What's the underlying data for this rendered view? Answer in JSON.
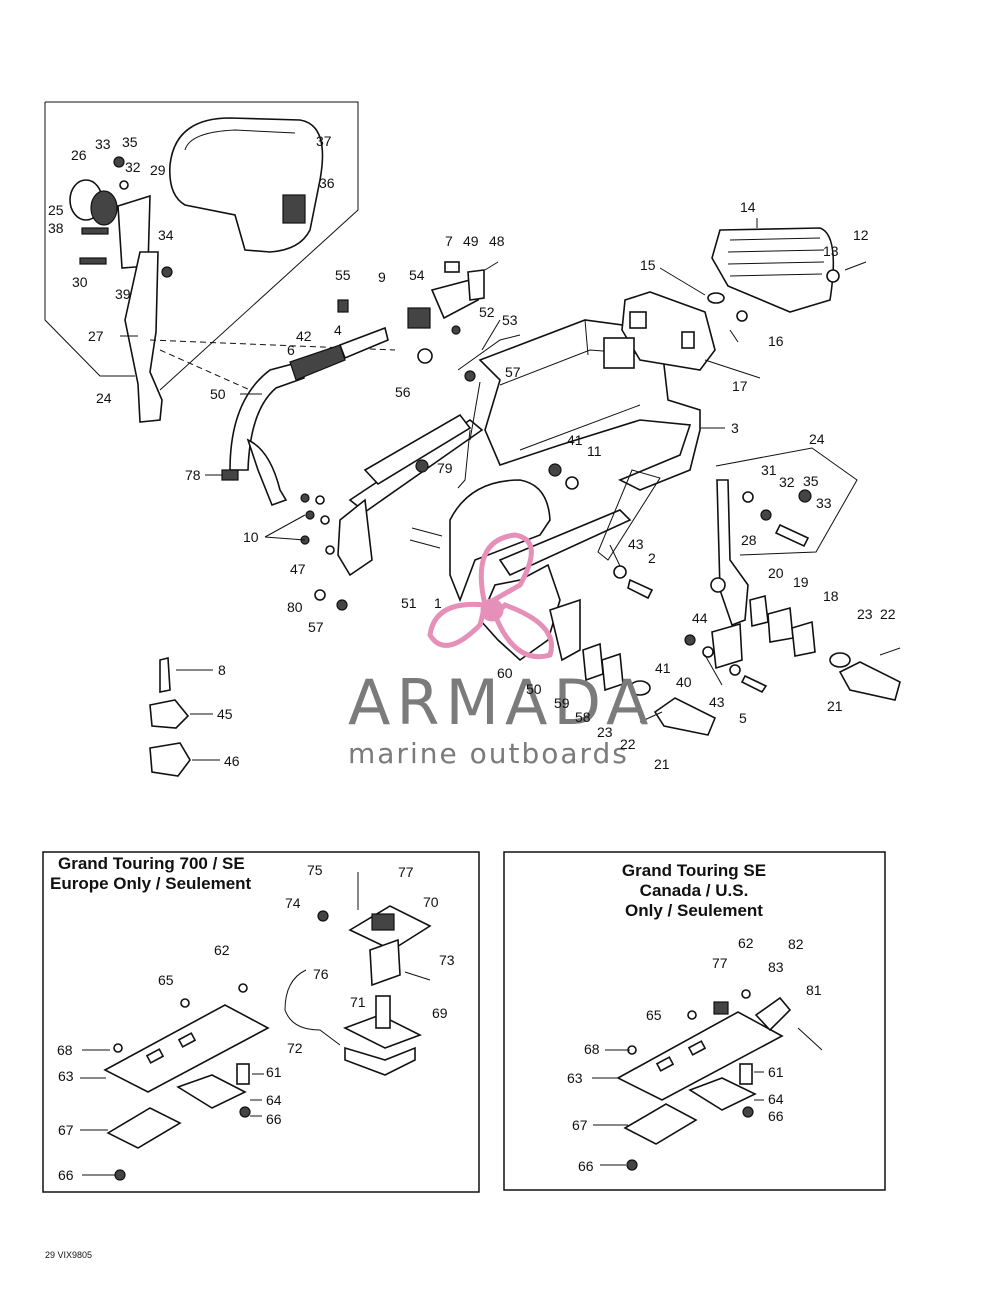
{
  "watermark": {
    "brand": "ARMADA",
    "tagline": "marine outboards",
    "logo_icon": "propeller-icon",
    "logo_color": "#e68fb8",
    "text_color": "#7b7b7b"
  },
  "footer_code": "29 VIX9805",
  "inset_left": {
    "title_line1": "Grand Touring 700 / SE",
    "title_line2": "Europe Only / Seulement"
  },
  "inset_right": {
    "title_line1": "Grand Touring SE",
    "title_line2": "Canada / U.S.",
    "title_line3": "Only / Seulement"
  },
  "part_labels": {
    "p1": "1",
    "p2": "2",
    "p3": "3",
    "p4": "4",
    "p5": "5",
    "p6": "6",
    "p7": "7",
    "p8": "8",
    "p9": "9",
    "p10": "10",
    "p11": "11",
    "p12": "12",
    "p13": "13",
    "p14": "14",
    "p15": "15",
    "p16": "16",
    "p17": "17",
    "p18": "18",
    "p19": "19",
    "p20": "20",
    "p21": "21",
    "p22": "22",
    "p23": "23",
    "p24": "24",
    "p25": "25",
    "p26": "26",
    "p27": "27",
    "p28": "28",
    "p29": "29",
    "p30": "30",
    "p31": "31",
    "p32": "32",
    "p33": "33",
    "p34": "34",
    "p35": "35",
    "p36": "36",
    "p37": "37",
    "p38": "38",
    "p39": "39",
    "p40": "40",
    "p41": "41",
    "p42": "42",
    "p43": "43",
    "p44": "44",
    "p45": "45",
    "p46": "46",
    "p47": "47",
    "p48": "48",
    "p49": "49",
    "p50": "50",
    "p51": "51",
    "p52": "52",
    "p53": "53",
    "p54": "54",
    "p55": "55",
    "p56": "56",
    "p57": "57",
    "p58": "58",
    "p59": "59",
    "p60": "60",
    "p61": "61",
    "p62": "62",
    "p63": "63",
    "p64": "64",
    "p65": "65",
    "p66": "66",
    "p67": "67",
    "p68": "68",
    "p69": "69",
    "p70": "70",
    "p71": "71",
    "p72": "72",
    "p73": "73",
    "p74": "74",
    "p75": "75",
    "p76": "76",
    "p77": "77",
    "p78": "78",
    "p79": "79",
    "p80": "80",
    "p81": "81",
    "p82": "82",
    "p83": "83"
  }
}
